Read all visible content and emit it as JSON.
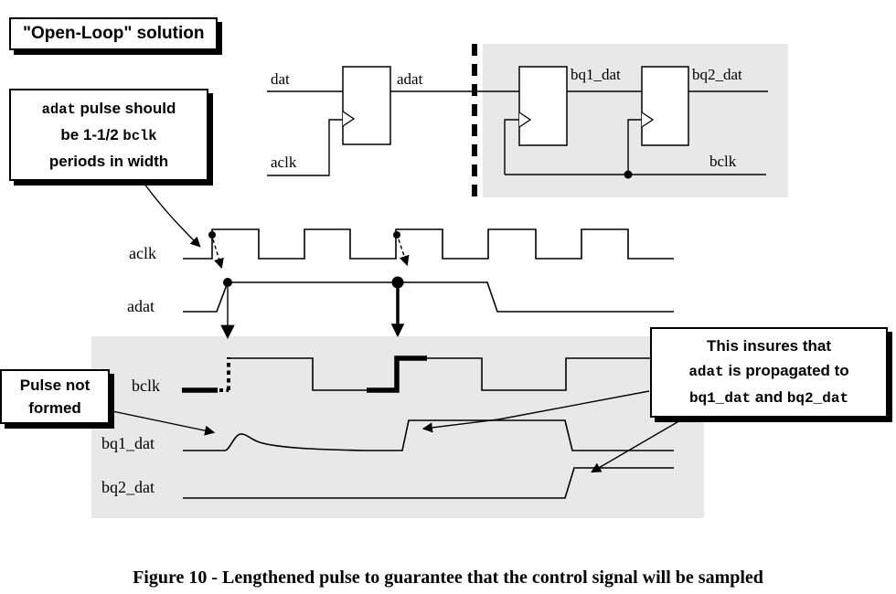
{
  "title_box": "\"Open-Loop\" solution",
  "callouts": {
    "pulse_width": {
      "line1_mono": "adat",
      "line1_rest": " pulse should",
      "line2_pre": "be 1-1/2 ",
      "line2_mono": "bclk",
      "line3": "periods in width"
    },
    "pulse_not_formed": {
      "line1": "Pulse not",
      "line2": "formed"
    },
    "insures": {
      "line1": "This insures that",
      "line2_mono": "adat",
      "line2_rest": " is propagated to",
      "line3_mono1": "bq1_dat",
      "line3_mid": " and ",
      "line3_mono2": "bq2_dat"
    }
  },
  "circuit": {
    "dat": "dat",
    "adat": "adat",
    "aclk": "aclk",
    "bq1_dat": "bq1_dat",
    "bq2_dat": "bq2_dat",
    "bclk": "bclk"
  },
  "timing": {
    "aclk": "aclk",
    "adat": "adat",
    "bclk": "bclk",
    "bq1_dat": "bq1_dat",
    "bq2_dat": "bq2_dat"
  },
  "caption": "Figure 10 - Lengthened pulse to guarantee that the control signal will be sampled",
  "colors": {
    "shade": "#e8e8e8",
    "ink": "#000000"
  }
}
